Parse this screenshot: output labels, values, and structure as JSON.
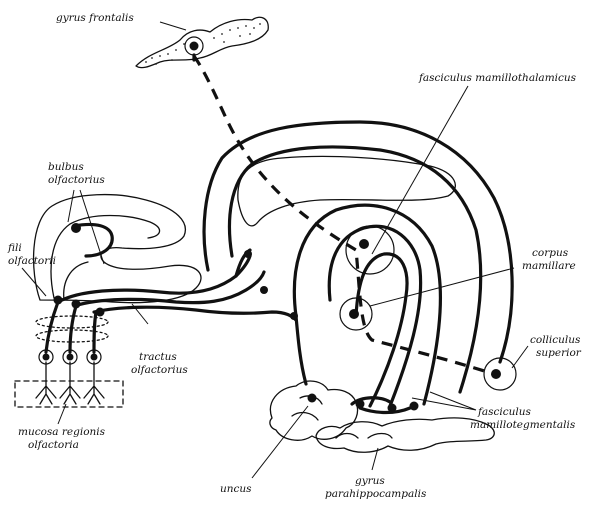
{
  "labels": {
    "gyrus_frontalis": "gyrus frontalis",
    "fasciculus_mamillothalamicus": "fasciculus mamillothalamicus",
    "bulbus_line1": "bulbus",
    "bulbus_line2": "olfactorius",
    "fili_line1": "fili",
    "fili_line2": "olfactorii",
    "corpus_line1": "corpus",
    "corpus_line2": "mamillare",
    "colliculus_line1": "colliculus",
    "colliculus_line2": "superior",
    "tractus_line1": "tractus",
    "tractus_line2": "olfactorius",
    "fasc_tegm_line1": "fasciculus",
    "fasc_tegm_line2": "mamillotegmentalis",
    "mucosa_line1": "mucosa regionis",
    "mucosa_line2": "olfactoria",
    "uncus": "uncus",
    "gyrus_para_line1": "gyrus",
    "gyrus_para_line2": "parahippocampalis"
  }
}
